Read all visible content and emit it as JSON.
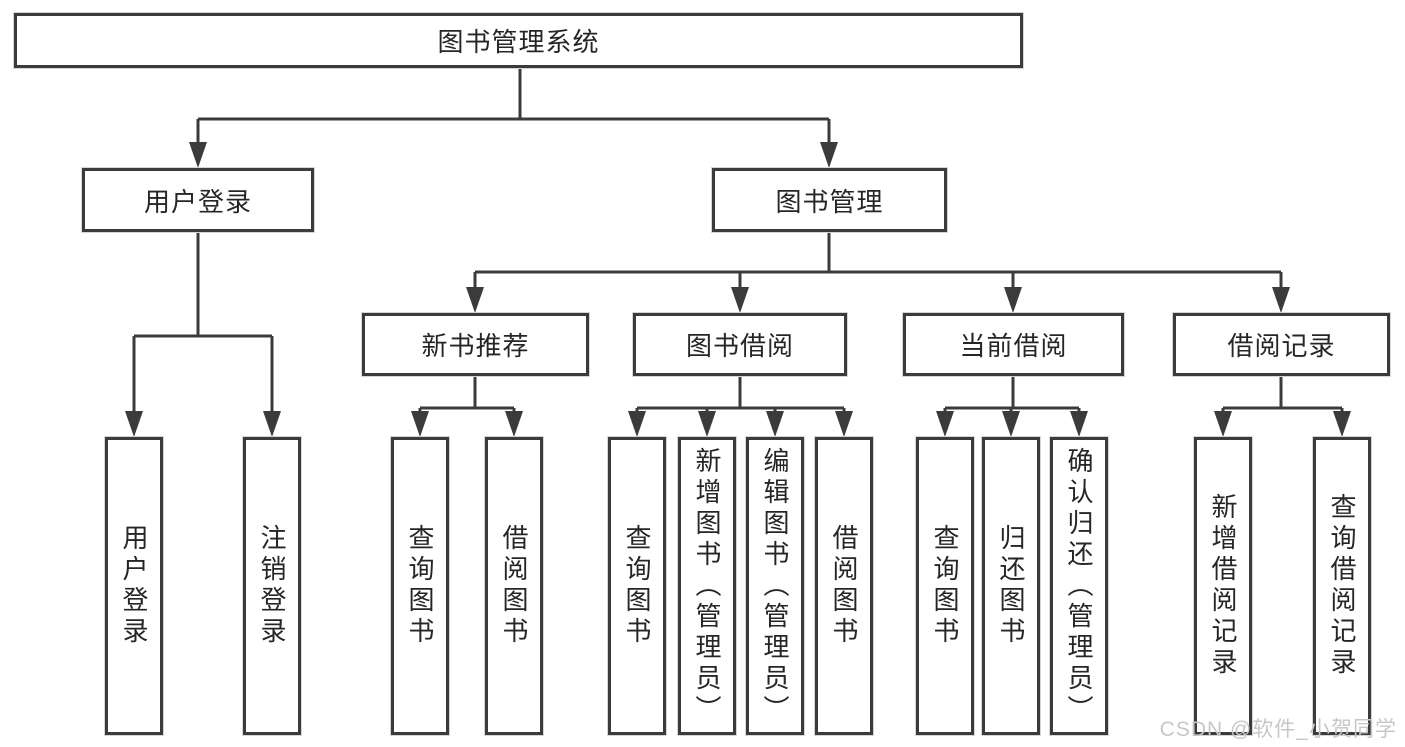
{
  "diagram": {
    "root": {
      "label": "图书管理系统"
    },
    "branches": [
      {
        "label": "用户登录",
        "children": [
          {
            "label": "用户登录"
          },
          {
            "label": "注销登录"
          }
        ]
      },
      {
        "label": "图书管理",
        "children": [
          {
            "label": "新书推荐",
            "children": [
              {
                "label": "查询图书"
              },
              {
                "label": "借阅图书"
              }
            ]
          },
          {
            "label": "图书借阅",
            "children": [
              {
                "label": "查询图书"
              },
              {
                "label": "新增图书（管理员）"
              },
              {
                "label": "编辑图书（管理员）"
              },
              {
                "label": "借阅图书"
              }
            ]
          },
          {
            "label": "当前借阅",
            "children": [
              {
                "label": "查询图书"
              },
              {
                "label": "归还图书"
              },
              {
                "label": "确认归还（管理员）"
              }
            ]
          },
          {
            "label": "借阅记录",
            "children": [
              {
                "label": "新增借阅记录"
              },
              {
                "label": "查询借阅记录"
              }
            ]
          }
        ]
      }
    ]
  },
  "watermark": "CSDN @软件_小贺同学",
  "colors": {
    "line": "#3b3b3b",
    "box_border": "#3b3b3b",
    "text": "#262626",
    "background": "#ffffff",
    "watermark": "#c7c7c7"
  }
}
